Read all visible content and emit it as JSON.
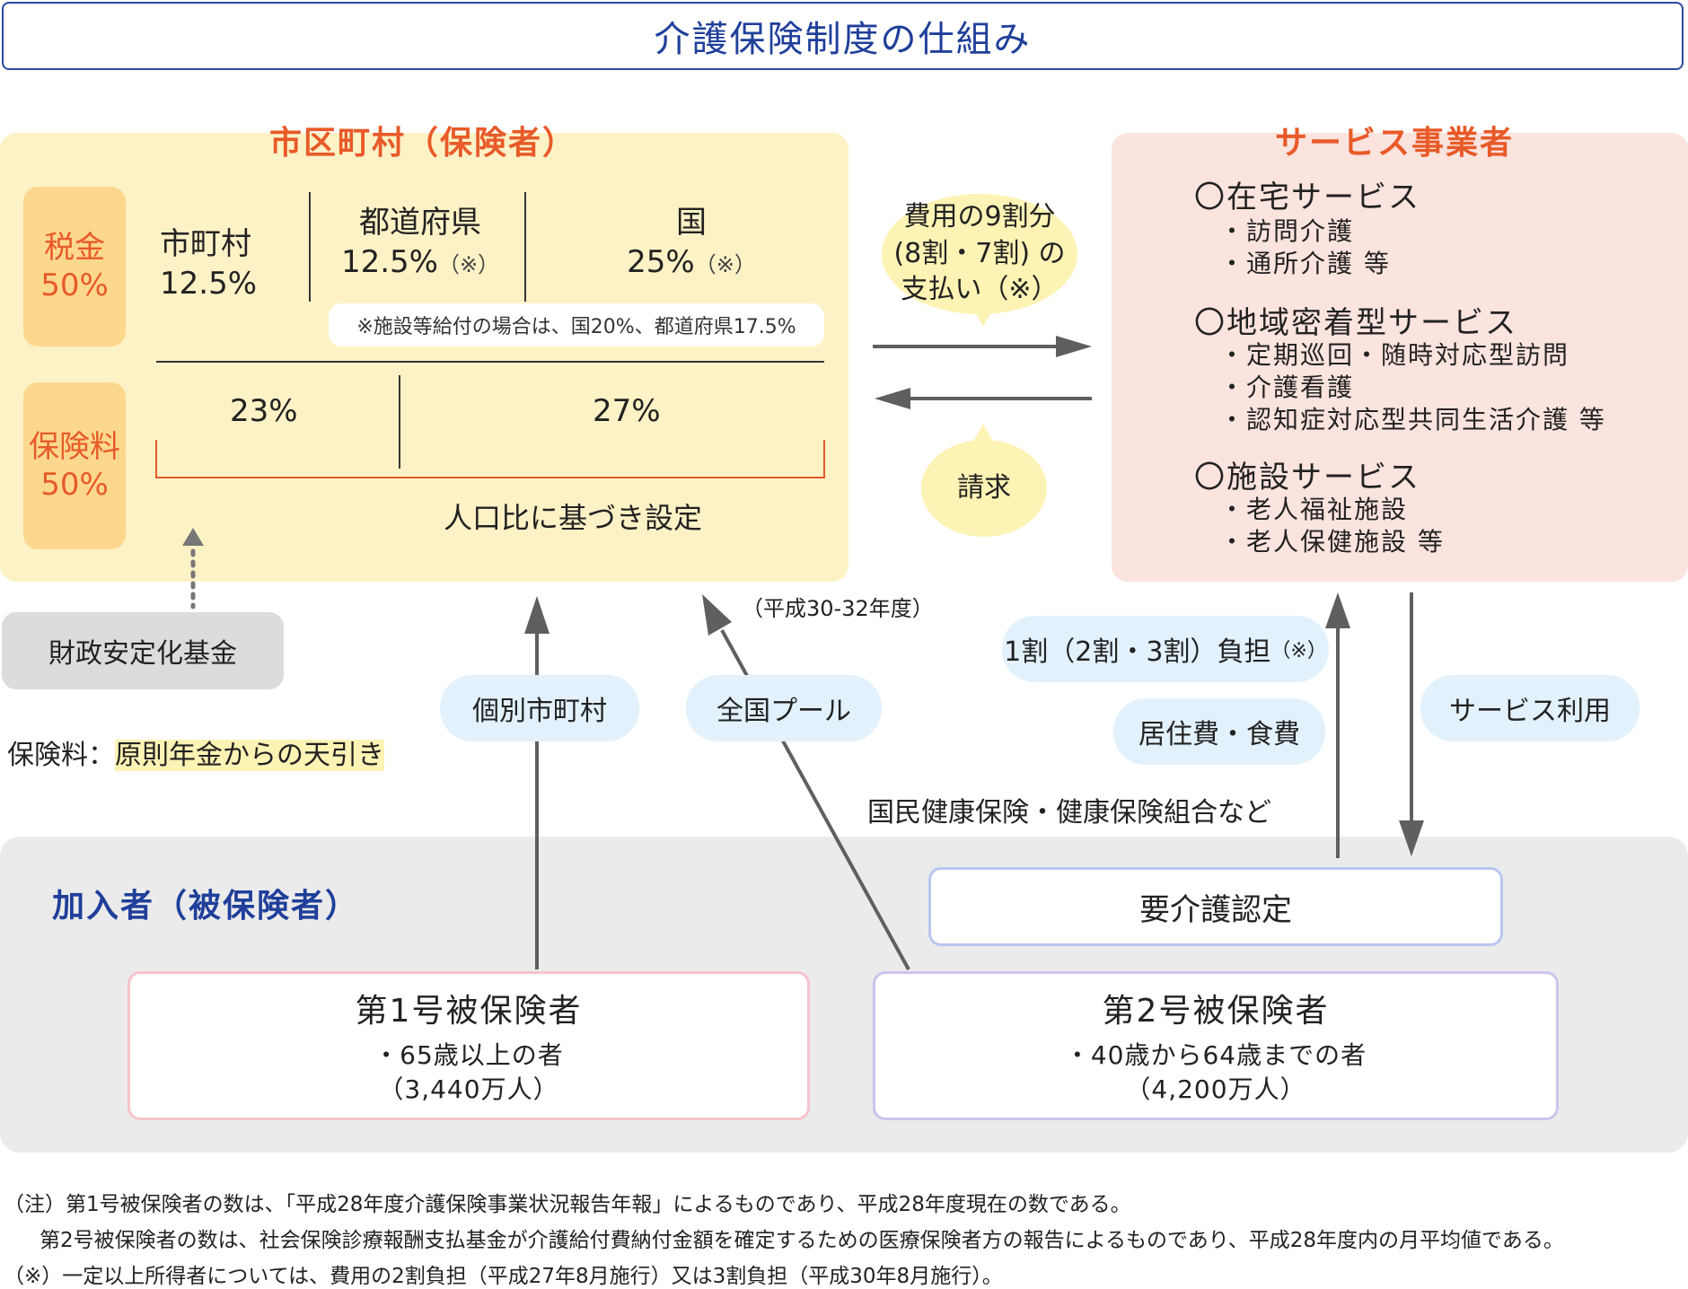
{
  "title": "介護保険制度の仕組み",
  "insurer": {
    "title": "市区町村（保険者）",
    "tax_label_1": "税金",
    "tax_label_2": "50%",
    "premium_label_1": "保険料",
    "premium_label_2": "50%",
    "municipality_name": "市町村",
    "municipality_pct": "12.5%",
    "prefecture_name": "都道府県",
    "prefecture_pct": "12.5%",
    "prefecture_mark": "（※）",
    "national_name": "国",
    "national_pct": "25%",
    "national_mark": "（※）",
    "facility_note": "※施設等給付の場合は、国20%、都道府県17.5%",
    "premium_first_pct": "23%",
    "premium_second_pct": "27%",
    "population_note": "人口比に基づき設定"
  },
  "fiscal_fund": "財政安定化基金",
  "premium_note_label": "保険料：",
  "premium_note_text": "原則年金からの天引き",
  "period_note": "（平成30-32年度）",
  "payment_bubble": [
    "費用の9割分",
    "(8割・7割) の",
    "支払い（※）"
  ],
  "claim_bubble": "請求",
  "provider": {
    "title": "サービス事業者",
    "groups": [
      {
        "head": "〇在宅サービス",
        "items": [
          "・訪問介護",
          "・通所介護 等"
        ]
      },
      {
        "head": "〇地域密着型サービス",
        "items": [
          "・定期巡回・随時対応型訪問",
          "・介護看護",
          "・認知症対応型共同生活介護 等"
        ]
      },
      {
        "head": "〇施設サービス",
        "items": [
          "・老人福祉施設",
          "・老人保健施設 等"
        ]
      }
    ]
  },
  "pills": {
    "individual": "個別市町村",
    "national_pool": "全国プール",
    "copay": "1割（2割・3割）負担",
    "copay_mark": "（※）",
    "housing_food": "居住費・食費",
    "service_use": "サービス利用"
  },
  "health_insurance_note": "国民健康保険・健康保険組合など",
  "members": {
    "title": "加入者（被保険者）",
    "care_certification": "要介護認定",
    "first": {
      "title": "第1号被保険者",
      "line1": "・65歳以上の者",
      "line2": "（3,440万人）"
    },
    "second": {
      "title": "第2号被保険者",
      "line1": "・40歳から64歳までの者",
      "line2": "（4,200万人）"
    }
  },
  "footnotes": [
    "（注）第1号被保険者の数は、「平成28年度介護保険事業状況報告年報」によるものであり、平成28年度現在の数である。",
    "第2号被保険者の数は、社会保険診療報酬支払基金が介護給付費納付金額を確定するための医療保険者方の報告によるものであり、平成28年度内の月平均値である。",
    "（※）一定以上所得者については、費用の2割負担（平成27年8月施行）又は3割負担（平成30年8月施行）。"
  ],
  "colors": {
    "title_blue": "#1f3f9a",
    "accent_orange": "#e85a28",
    "insurer_bg": "#fdf2c6",
    "provider_bg": "#fbe3de",
    "member_bg": "#ebebeb",
    "arrow_grey": "#5f5f5f"
  }
}
